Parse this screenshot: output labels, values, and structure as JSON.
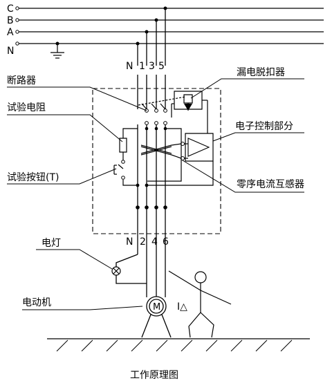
{
  "bus_labels": {
    "c": "C",
    "b": "B",
    "a": "A",
    "n": "N"
  },
  "terminals_top": {
    "n": "N",
    "p1": "1",
    "p3": "3",
    "p5": "5"
  },
  "terminals_bottom": {
    "n": "N",
    "p2": "2",
    "p4": "4",
    "p6": "6"
  },
  "labels": {
    "breaker": "断路器",
    "test_resistor": "试验电阻",
    "test_button": "试验按钮(T)",
    "trip_release": "漏电脱扣器",
    "electronic_control": "电子控制部分",
    "zero_sequence_ct": "零序电流互感器",
    "lamp": "电灯",
    "motor": "电动机",
    "motor_symbol": "M",
    "leakage_current": "I△"
  },
  "caption": "工作原理图",
  "colors": {
    "line": "#000000",
    "background": "#ffffff"
  }
}
